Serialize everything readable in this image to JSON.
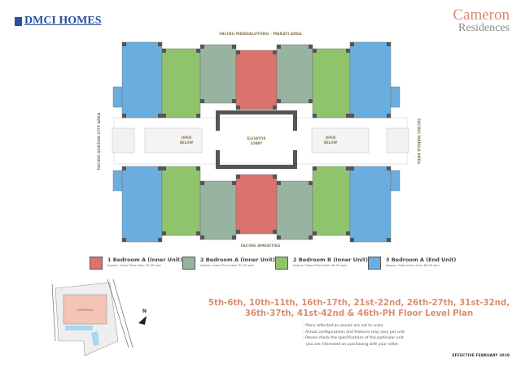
{
  "branding": {
    "developer_logo": "DMCI HOMES",
    "project_logo_line1": "Cameron",
    "project_logo_line2": "Residences"
  },
  "orientation": {
    "top": "FACING MANDALUYONG - MAKATI AREA",
    "bottom": "FACING AMENITIES",
    "left": "FACING QUEZON CITY AREA",
    "right": "FACING MANILA AREA"
  },
  "plan_labels": {
    "open_below_1": "OPEN",
    "open_below_2": "BELOW",
    "lobby_1": "ELEVATOR",
    "lobby_2": "LOBBY"
  },
  "unit_colors": {
    "one_br_a": "#d9736b",
    "two_br_a": "#98b3a0",
    "two_br_b": "#8fc46c",
    "three_br_a": "#6aaedf"
  },
  "legend": [
    {
      "label": "1 Bedroom A (Inner Unit)",
      "area": "Approx. Gross Floor Area: 30.00 sqm",
      "color": "#d9736b"
    },
    {
      "label": "2 Bedroom A (Inner Unit)",
      "area": "Approx. Gross Floor Area: 53.00 sqm",
      "color": "#98b3a0"
    },
    {
      "label": "2 Bedroom B (Inner Unit)",
      "area": "Approx. Gross Floor Area: 46.00 sqm",
      "color": "#8fc46c"
    },
    {
      "label": "3 Bedroom A (End Unit)",
      "area": "Approx. Gross Floor Area: 83.00 sqm",
      "color": "#6aaedf"
    }
  ],
  "site_plan": {
    "building_label": "CAMERON",
    "north_label": "N"
  },
  "title_line1": "5th-6th, 10th-11th, 16th-17th, 21st-22nd, 26th-27th, 31st-32nd,",
  "title_line2": "36th-37th, 41st-42nd & 46th-PH Floor Level Plan",
  "notes": [
    "- Plans reflected as visuals are not to scale.",
    "- Actual configurations and features may vary per unit.",
    "- Please check the specifications of the particular unit",
    "  you are interested on purchasing with your seller."
  ],
  "effective": "EFFECTIVE FEBRUARY 2019"
}
